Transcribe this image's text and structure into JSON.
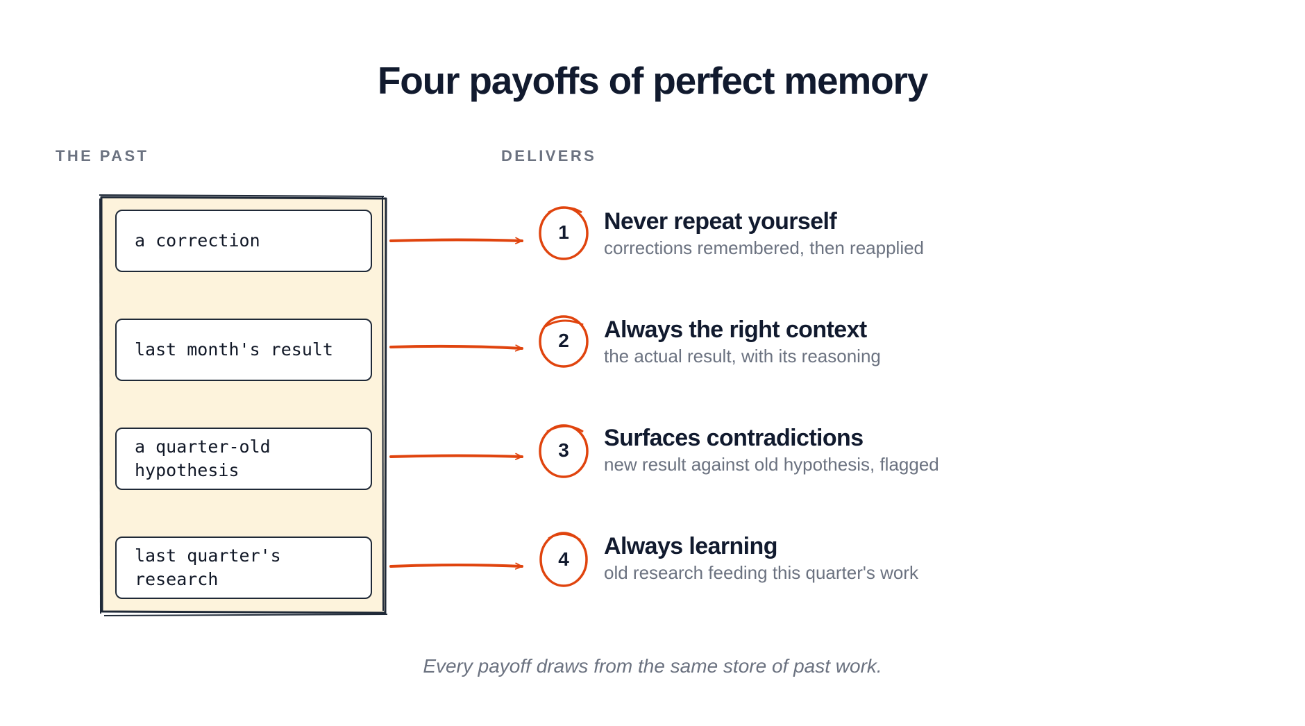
{
  "title": "Four payoffs of perfect memory",
  "columns": {
    "past": "THE PAST",
    "delivers": "DELIVERS"
  },
  "store_items": [
    "a correction",
    "last month's result",
    "a quarter-old\nhypothesis",
    "last quarter's\nresearch"
  ],
  "payoffs": [
    {
      "number": "1",
      "title": "Never repeat yourself",
      "description": "corrections remembered, then reapplied"
    },
    {
      "number": "2",
      "title": "Always the right context",
      "description": "the actual result, with its reasoning"
    },
    {
      "number": "3",
      "title": "Surfaces contradictions",
      "description": "new result against old hypothesis, flagged"
    },
    {
      "number": "4",
      "title": "Always learning",
      "description": "old research feeding this quarter's work"
    }
  ],
  "footer": "Every payoff draws from the same store of past work.",
  "colors": {
    "accent": "#e0440e",
    "store_fill": "#fdf3dc",
    "ink": "#1f2937",
    "muted": "#6b7280"
  }
}
